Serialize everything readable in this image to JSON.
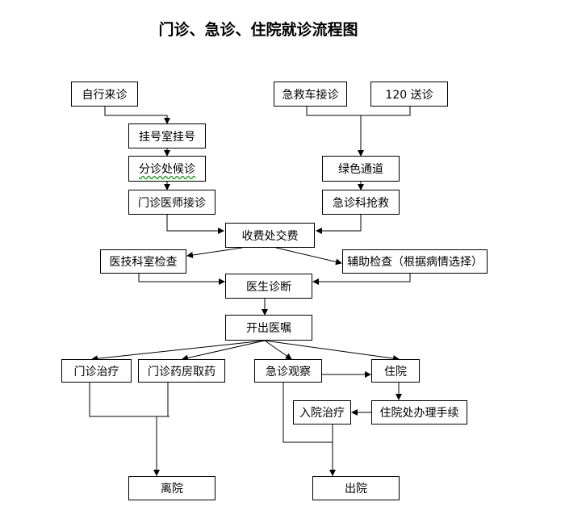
{
  "title": "门诊、急诊、住院就诊流程图",
  "nodes": {
    "self_visit": "自行来诊",
    "ambulance": "急救车接诊",
    "send_120": "120 送诊",
    "registration": "挂号室挂号",
    "triage": "分诊处候诊",
    "green_channel": "绿色通道",
    "outpatient_doctor": "门诊医师接诊",
    "emergency_rescue": "急诊科抢救",
    "payment": "收费处交费",
    "medtech_exam": "医技科室检查",
    "aux_exam": "辅助检查（根据病情选择）",
    "diagnosis": "医生诊断",
    "orders": "开出医嘱",
    "outpatient_treatment": "门诊治疗",
    "pharmacy": "门诊药房取药",
    "emergency_observation": "急诊观察",
    "hospitalization": "住院",
    "admission_procedures": "住院处办理手续",
    "inpatient_treatment": "入院治疗",
    "leave": "离院",
    "discharge": "出院"
  },
  "edges": [
    [
      "self_visit",
      "registration"
    ],
    [
      "registration",
      "triage"
    ],
    [
      "triage",
      "outpatient_doctor"
    ],
    [
      "outpatient_doctor",
      "payment"
    ],
    [
      "ambulance",
      "green_channel"
    ],
    [
      "send_120",
      "green_channel"
    ],
    [
      "green_channel",
      "emergency_rescue"
    ],
    [
      "emergency_rescue",
      "payment"
    ],
    [
      "payment",
      "medtech_exam"
    ],
    [
      "payment",
      "aux_exam"
    ],
    [
      "medtech_exam",
      "diagnosis"
    ],
    [
      "aux_exam",
      "diagnosis"
    ],
    [
      "diagnosis",
      "orders"
    ],
    [
      "orders",
      "outpatient_treatment"
    ],
    [
      "orders",
      "pharmacy"
    ],
    [
      "orders",
      "emergency_observation"
    ],
    [
      "orders",
      "hospitalization"
    ],
    [
      "emergency_observation",
      "hospitalization"
    ],
    [
      "hospitalization",
      "admission_procedures"
    ],
    [
      "admission_procedures",
      "inpatient_treatment"
    ],
    [
      "outpatient_treatment",
      "leave"
    ],
    [
      "pharmacy",
      "leave"
    ],
    [
      "emergency_observation",
      "discharge"
    ],
    [
      "inpatient_treatment",
      "discharge"
    ]
  ]
}
